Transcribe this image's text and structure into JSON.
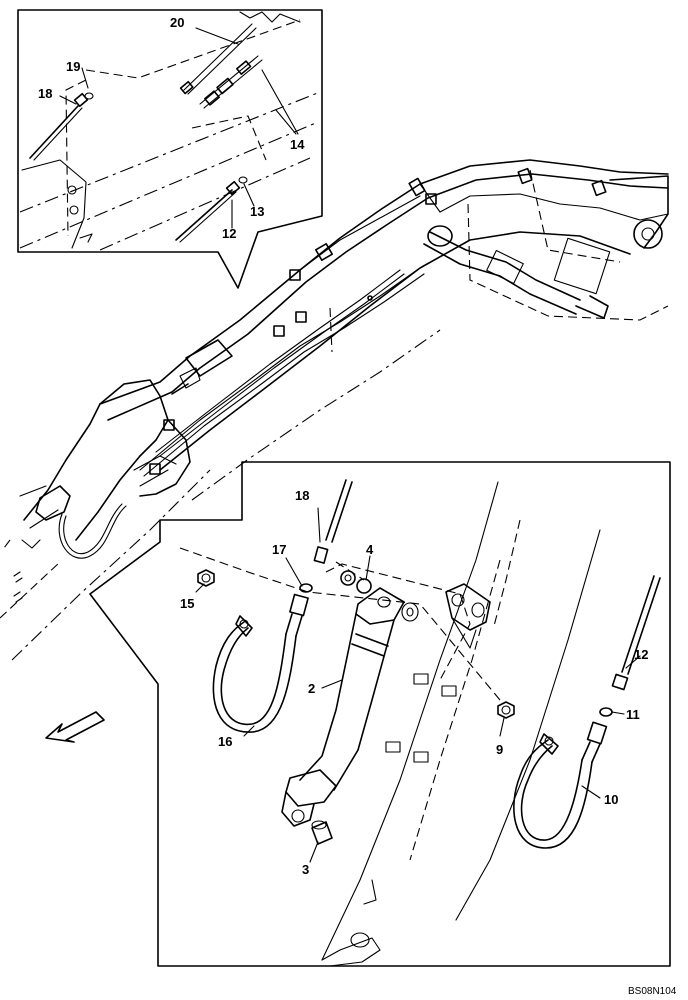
{
  "drawing_code": "BS08N104",
  "callouts": {
    "c1": "2",
    "c2": "3",
    "c3": "4",
    "c4": "9",
    "c5": "10",
    "c6": "11",
    "c7": "12",
    "c8": "15",
    "c9": "16",
    "c10": "17",
    "c11": "18",
    "c12": "20",
    "c13": "19",
    "c14": "18",
    "c15": "14",
    "c16": "13",
    "c17": "12"
  }
}
